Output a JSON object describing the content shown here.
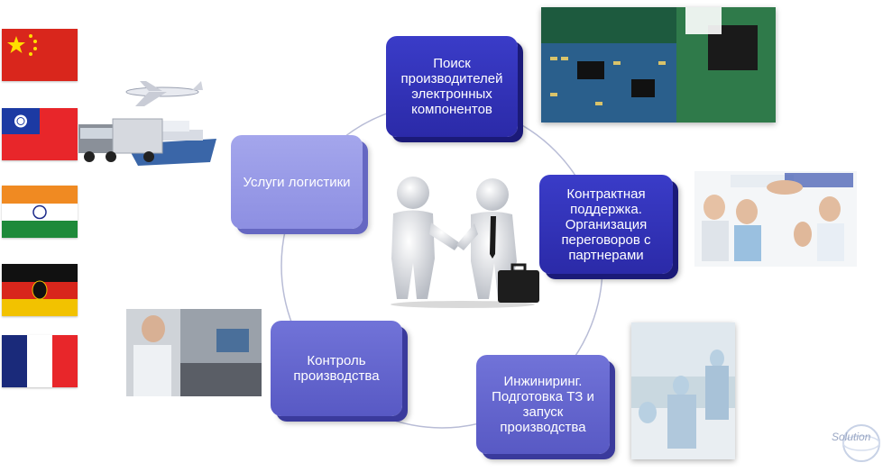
{
  "boxes": {
    "search": "Поиск производителей электронных компонентов",
    "contract": "Контрактная поддержка. Организация переговоров с партнерами",
    "engineering": "Инжиниринг. Подготовка ТЗ и запуск производства",
    "control": "Контроль производства",
    "logistics": "Услуги логистики"
  },
  "flags": [
    "china",
    "taiwan",
    "india",
    "germany",
    "france"
  ],
  "logo": "Solution",
  "colors": {
    "box_dark": "#2b2aa8",
    "box_mid": "#5859c4",
    "box_light": "#8d8fe2",
    "circle": "#b8bcd6"
  }
}
